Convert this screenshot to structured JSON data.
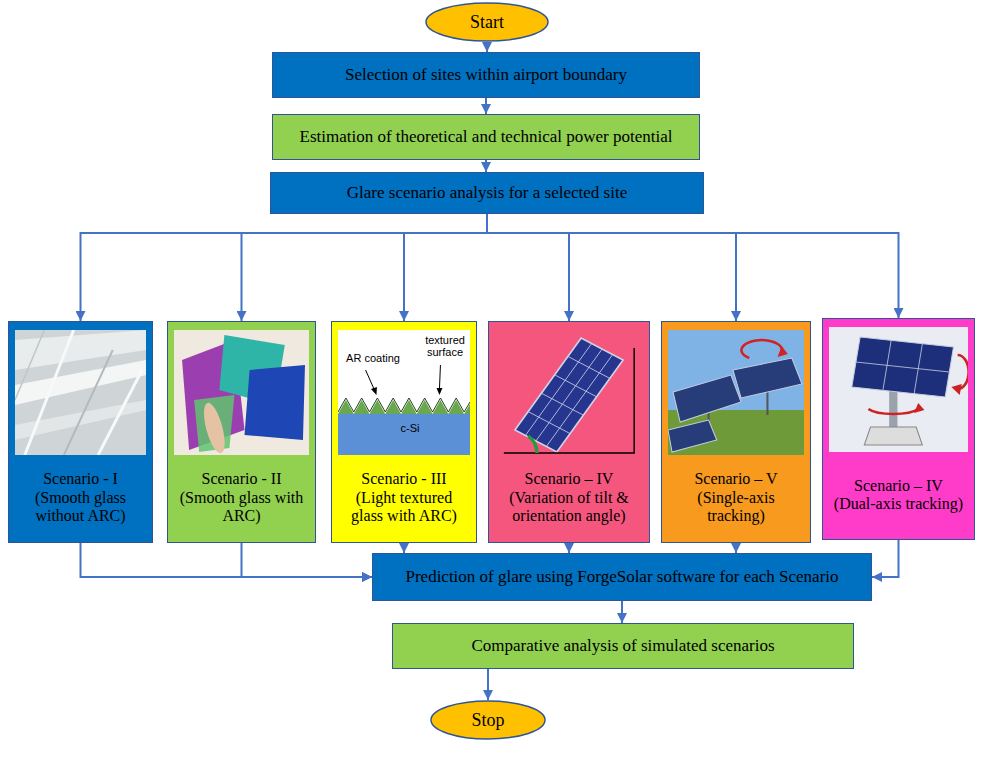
{
  "diagram": {
    "nodes": [
      {
        "text": [
          "Start"
        ]
      },
      {
        "text": [
          "Selection of sites within airport boundary"
        ]
      },
      {
        "text": [
          "Estimation of theoretical and technical power potential"
        ]
      },
      {
        "text": [
          "Glare scenario analysis for a selected site"
        ]
      },
      {
        "text": [
          "Scenario - I",
          "(Smooth glass without ARC)"
        ]
      },
      {
        "text": [
          "Scenario - II",
          "(Smooth glass with ARC)"
        ]
      },
      {
        "text": [
          "Scenario - III",
          "(Light textured glass with ARC)"
        ]
      },
      {
        "text": [
          "Scenario – IV",
          "(Variation of tilt & orientation angle)"
        ]
      },
      {
        "text": [
          "Scenario – V",
          "(Single-axis tracking)"
        ]
      },
      {
        "text": [
          "Scenario – IV",
          "(Dual-axis tracking)"
        ]
      },
      {
        "text": [
          "Prediction of glare using ForgeSolar software for each Scenario"
        ]
      },
      {
        "text": [
          "Comparative analysis of simulated scenarios"
        ]
      },
      {
        "text": [
          "Stop"
        ]
      }
    ],
    "edges": [
      {
        "from": 0,
        "to": 1,
        "arrow": "to"
      },
      {
        "from": 1,
        "to": 2,
        "arrow": "to"
      },
      {
        "from": 2,
        "to": 3,
        "arrow": "to"
      },
      {
        "from": 3,
        "to": 4,
        "arrow": "to"
      },
      {
        "from": 3,
        "to": 5,
        "arrow": "to"
      },
      {
        "from": 3,
        "to": 6,
        "arrow": "to"
      },
      {
        "from": 3,
        "to": 7,
        "arrow": "to"
      },
      {
        "from": 3,
        "to": 8,
        "arrow": "to"
      },
      {
        "from": 3,
        "to": 9,
        "arrow": "to"
      },
      {
        "from": 4,
        "to": 10,
        "arrow": "to"
      },
      {
        "from": 5,
        "to": 10,
        "arrow": "to"
      },
      {
        "from": 6,
        "to": 10,
        "arrow": "to"
      },
      {
        "from": 7,
        "to": 10,
        "arrow": "to"
      },
      {
        "from": 8,
        "to": 10,
        "arrow": "to"
      },
      {
        "from": 9,
        "to": 10,
        "arrow": "to"
      },
      {
        "from": 10,
        "to": 11,
        "arrow": "to"
      },
      {
        "from": 11,
        "to": 12,
        "arrow": "to"
      }
    ],
    "labels": [
      "AR coating",
      "textured surface",
      "c-Si"
    ]
  }
}
